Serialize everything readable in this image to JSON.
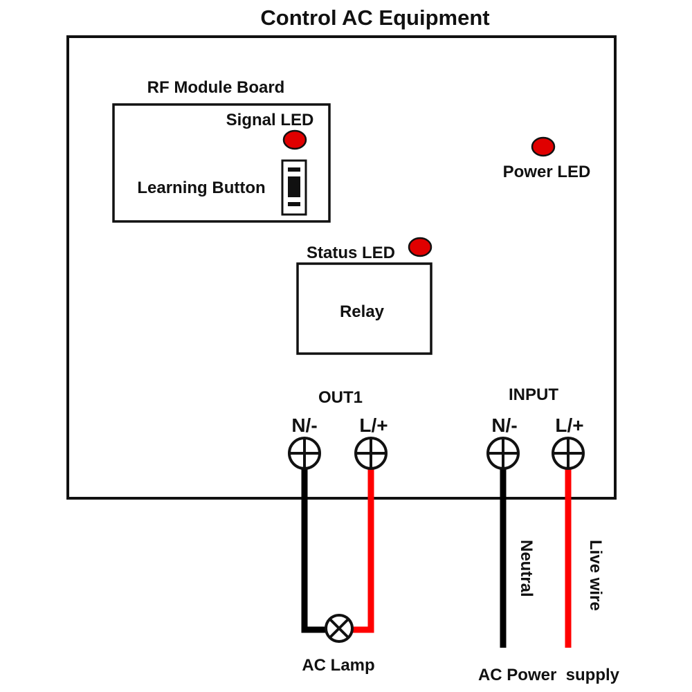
{
  "title": "Control AC Equipment",
  "rf_module": {
    "title": "RF Module Board",
    "signal_led_label": "Signal LED",
    "learning_button_label": "Learning Button"
  },
  "power_led_label": "Power LED",
  "status_led_label": "Status LED",
  "relay_label": "Relay",
  "out1": {
    "title": "OUT1",
    "neutral_terminal": "N/-",
    "live_terminal": "L/+"
  },
  "input": {
    "title": "INPUT",
    "neutral_terminal": "N/-",
    "live_terminal": "L/+"
  },
  "wire_labels": {
    "neutral": "Neutral",
    "live": "Live wire"
  },
  "load_label": "AC Lamp",
  "supply_label": "AC Power  supply",
  "colors": {
    "led": "#e00000",
    "live_wire": "#ff0000",
    "neutral_wire": "#000000",
    "outline": "#111111"
  }
}
